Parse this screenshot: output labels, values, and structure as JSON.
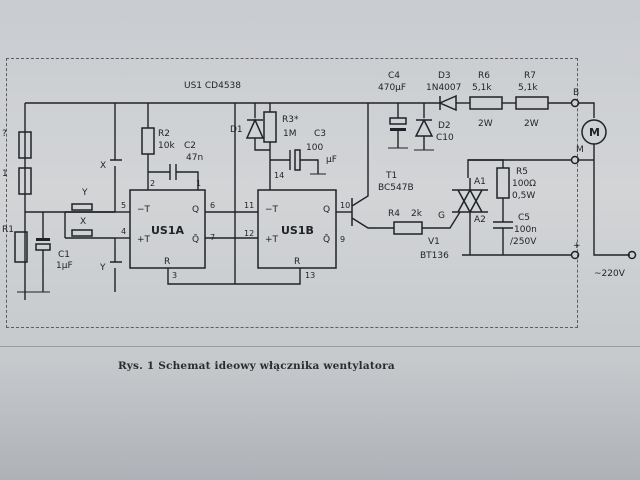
{
  "labels": {
    "ic_name": "US1 CD4538",
    "us1a": "US1A",
    "us1b": "US1B",
    "pin_t_minus": "−T",
    "pin_t_plus": "+T",
    "pin_q": "Q",
    "pin_qbar": "Q̄",
    "pin_r": "R",
    "r2_name": "R2",
    "r2_val": "10k",
    "c2_name": "C2",
    "c2_val": "47n",
    "d1_name": "D1",
    "r3_name": "R3*",
    "r3_val": "1M",
    "c3_name": "C3",
    "c3_val": "100",
    "c3_unit": "µF",
    "c4_name": "C4",
    "c4_val": "470µF",
    "d3_name": "D3",
    "d3_val": "1N4007",
    "r6_name": "R6",
    "r6_val": "5,1k",
    "r6_pow": "2W",
    "r7_name": "R7",
    "r7_val": "5,1k",
    "r7_pow": "2W",
    "d2_name": "D2",
    "d2_val": "C10",
    "t1_name": "T1",
    "t1_val": "BC547B",
    "r4_name": "R4",
    "r4_val": "2k",
    "v1_name": "V1",
    "v1_val": "BT136",
    "r5_name": "R5",
    "r5_val": "100Ω",
    "r5_pow": "0,5W",
    "c5_name": "C5",
    "c5_val": "100n",
    "c5_volt": "/250V",
    "a1": "A1",
    "a2": "A2",
    "g": "G",
    "motor": "M",
    "term_b": "B",
    "term_m": "M",
    "plus": "+",
    "mains": "~220V",
    "c1_name": "C1",
    "c1_val": "1µF",
    "r1_name": "R1",
    "sw_x": "X",
    "sw_y": "Y",
    "pin2": "2",
    "pin1": "1",
    "pin3": "3",
    "pin4": "4",
    "pin5": "5",
    "pin6": "6",
    "pin7": "7",
    "pin9": "9",
    "pin10": "10",
    "pin11": "11",
    "pin12": "12",
    "pin13": "13",
    "pin14": "14"
  },
  "caption": "Rys. 1 Schemat ideowy włącznika wentylatora"
}
